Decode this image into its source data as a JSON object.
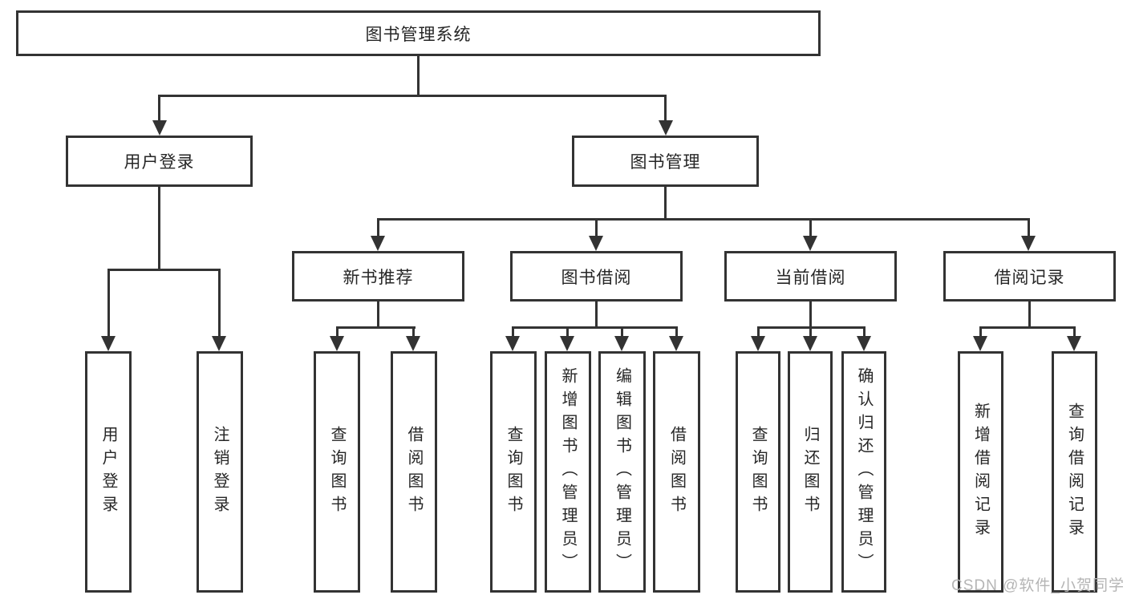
{
  "colors": {
    "line": "#333333",
    "text": "#262626",
    "watermark": "#b5b5b5",
    "background": "#ffffff"
  },
  "watermark": {
    "text": "CSDN @软件_小贺同学"
  },
  "tree": {
    "root": {
      "label": "图书管理系统"
    },
    "branches": [
      {
        "label": "用户登录",
        "children": [
          {
            "label": "用户登录"
          },
          {
            "label": "注销登录"
          }
        ]
      },
      {
        "label": "图书管理",
        "children": [
          {
            "label": "新书推荐",
            "children": [
              {
                "label": "查询图书"
              },
              {
                "label": "借阅图书"
              }
            ]
          },
          {
            "label": "图书借阅",
            "children": [
              {
                "label": "查询图书"
              },
              {
                "label": "新增图书（管理员）"
              },
              {
                "label": "编辑图书（管理员）"
              },
              {
                "label": "借阅图书"
              }
            ]
          },
          {
            "label": "当前借阅",
            "children": [
              {
                "label": "查询图书"
              },
              {
                "label": "归还图书"
              },
              {
                "label": "确认归还（管理员）"
              }
            ]
          },
          {
            "label": "借阅记录",
            "children": [
              {
                "label": "新增借阅记录"
              },
              {
                "label": "查询借阅记录"
              }
            ]
          }
        ]
      }
    ]
  }
}
